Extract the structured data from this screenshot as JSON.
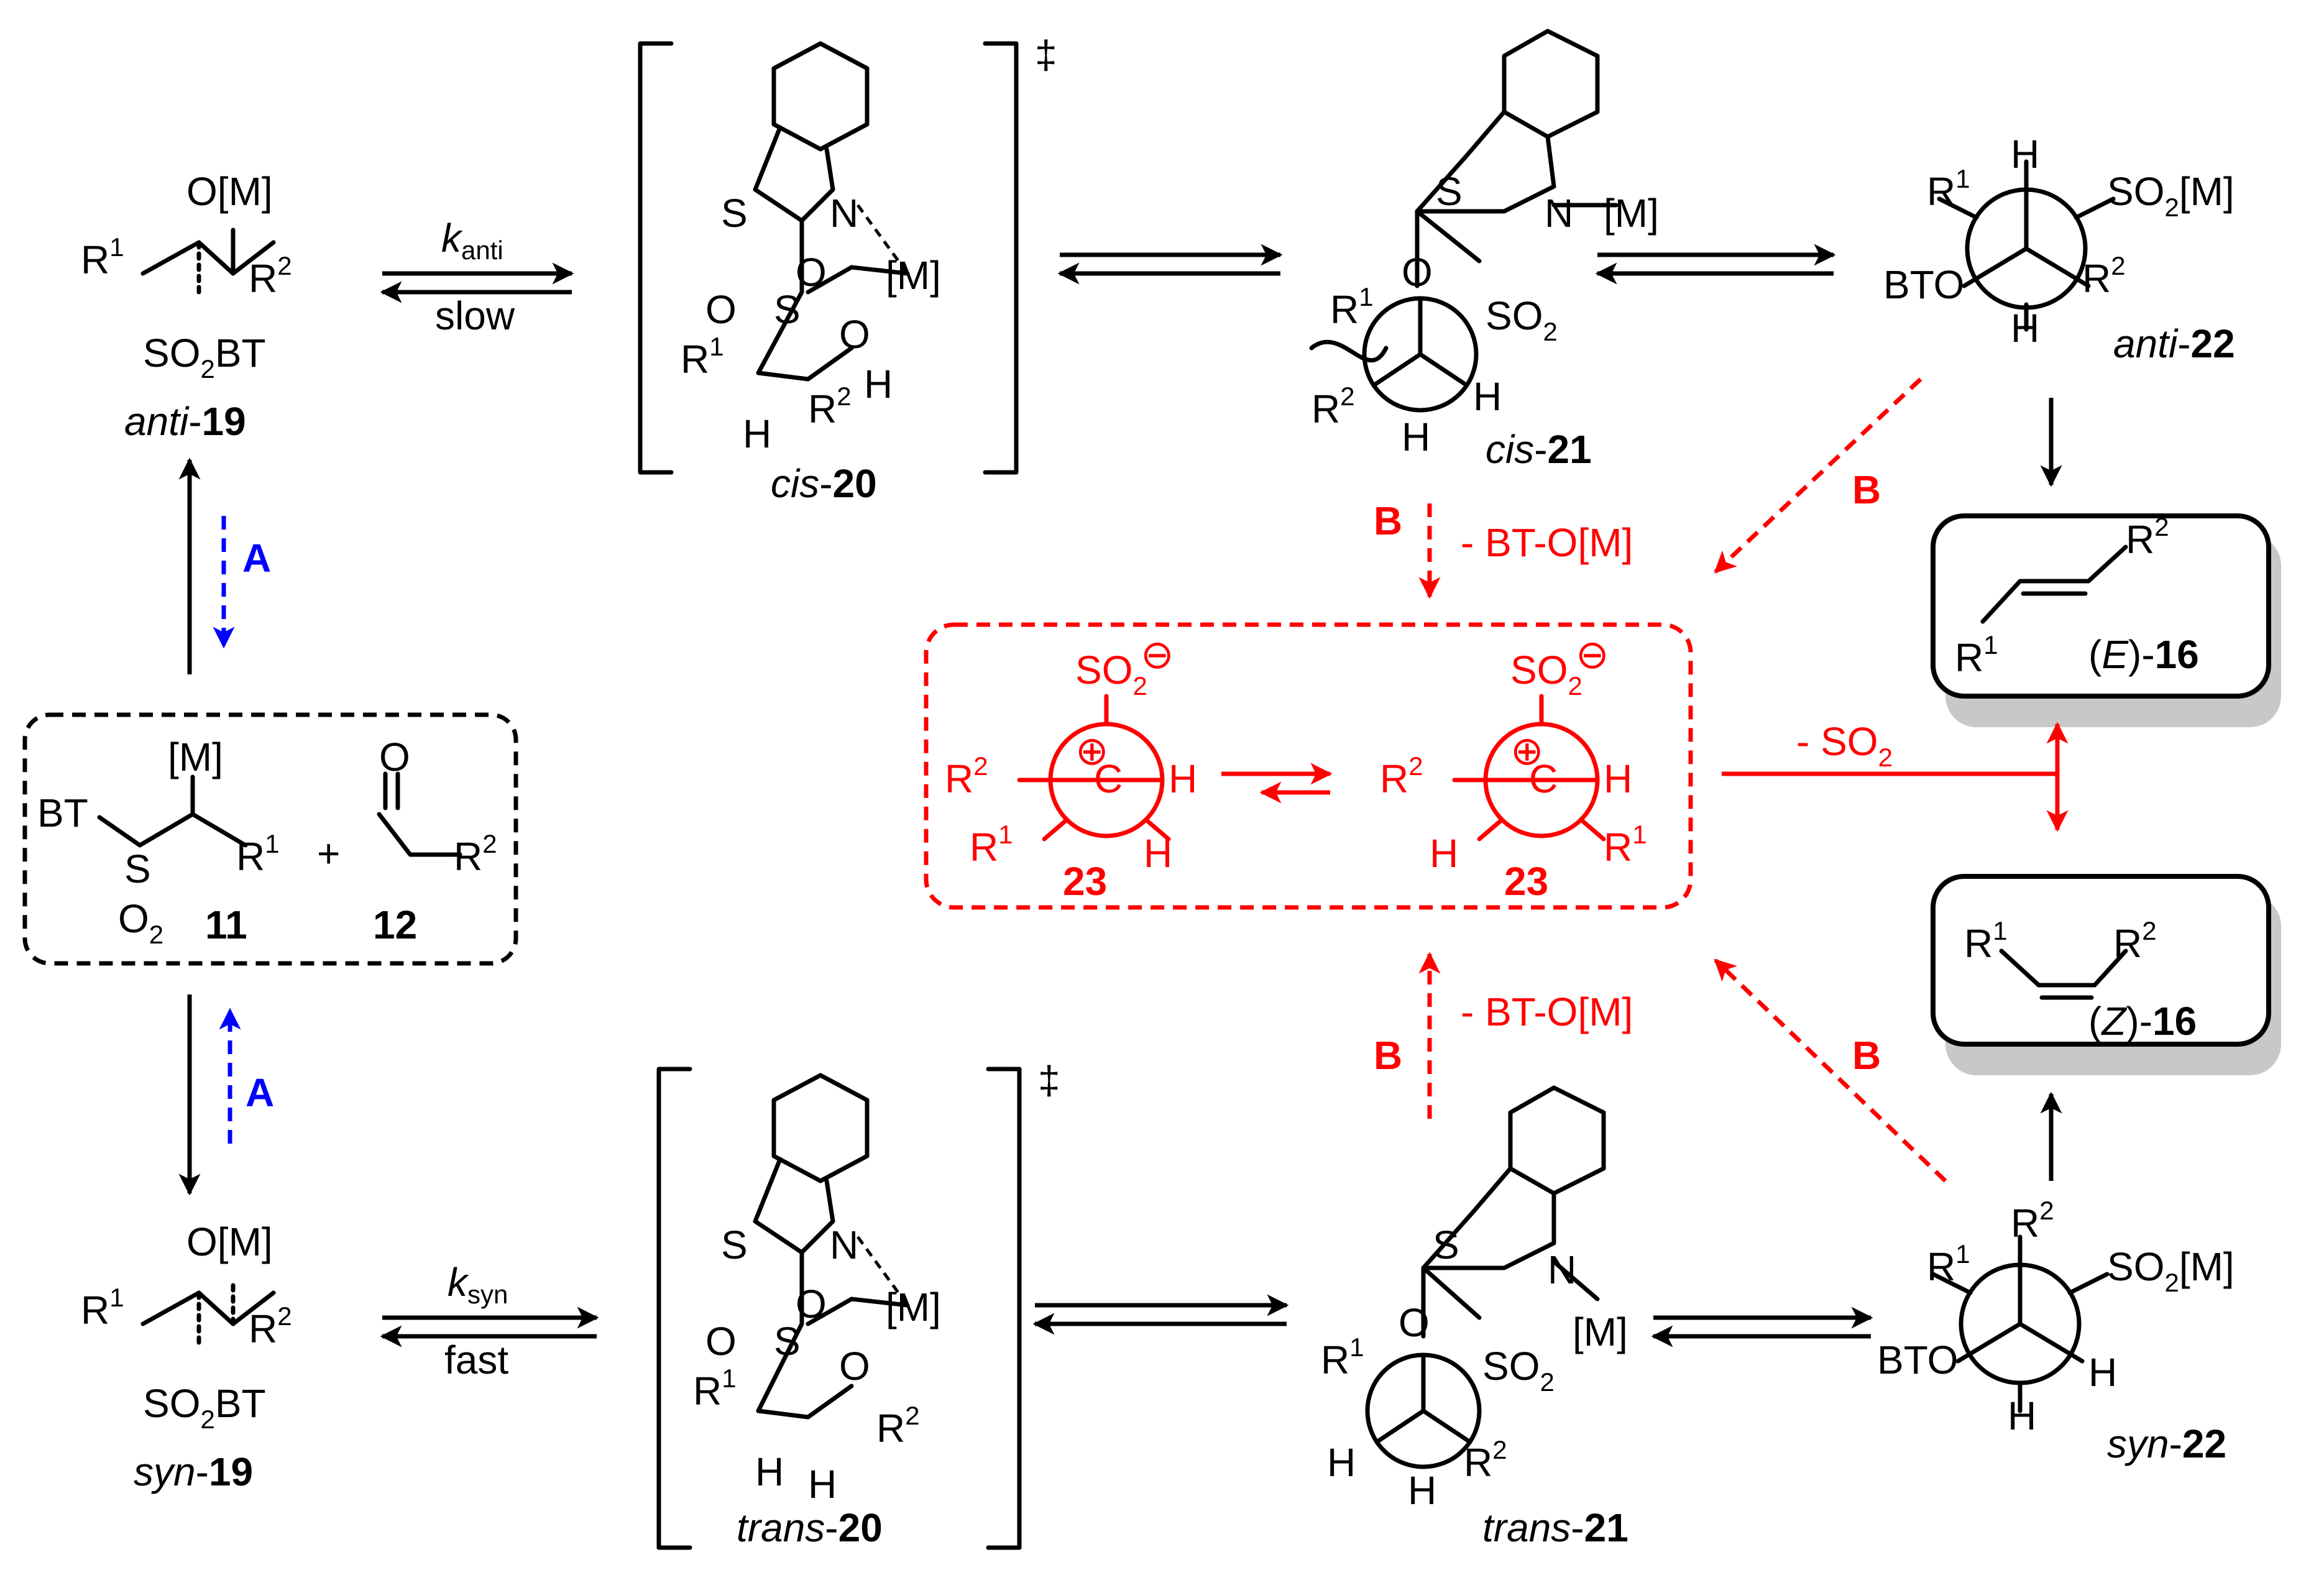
{
  "colors": {
    "main": "#000000",
    "pathway_B": "#ff0000",
    "pathway_A": "#0000ff",
    "shadow": "#c8c8c8"
  },
  "labels": {
    "om": "O[M]",
    "r": "R",
    "one": "1",
    "two": "2",
    "so2bt_a": "SO",
    "so2bt_b": "BT",
    "sub2": "2",
    "anti": "anti",
    "syn": "syn",
    "cis": "cis",
    "trans": "trans",
    "dash": "-",
    "n19": "19",
    "n20": "20",
    "n21": "21",
    "n22": "22",
    "n23": "23",
    "n11": "11",
    "n12": "12",
    "n16": "16",
    "k": "k",
    "anti_sub": "anti",
    "syn_sub": "syn",
    "slow": "slow",
    "fast": "fast",
    "dagger": "‡",
    "S": "S",
    "N": "N",
    "O": "O",
    "H": "H",
    "M": "[M]",
    "C": "C",
    "plus_circ": "⊕",
    "minus_circ": "⊖",
    "so2": "SO",
    "so2m": "SO",
    "so2m_tail": "[M]",
    "bto": "BTO",
    "bt": "BT",
    "plus": "+",
    "A": "A",
    "B": "B",
    "bt_om": "- BT-O[M]",
    "minus_so2": "- SO",
    "E": "E",
    "Z": "Z",
    "lp": "(",
    "rp": ")-"
  }
}
